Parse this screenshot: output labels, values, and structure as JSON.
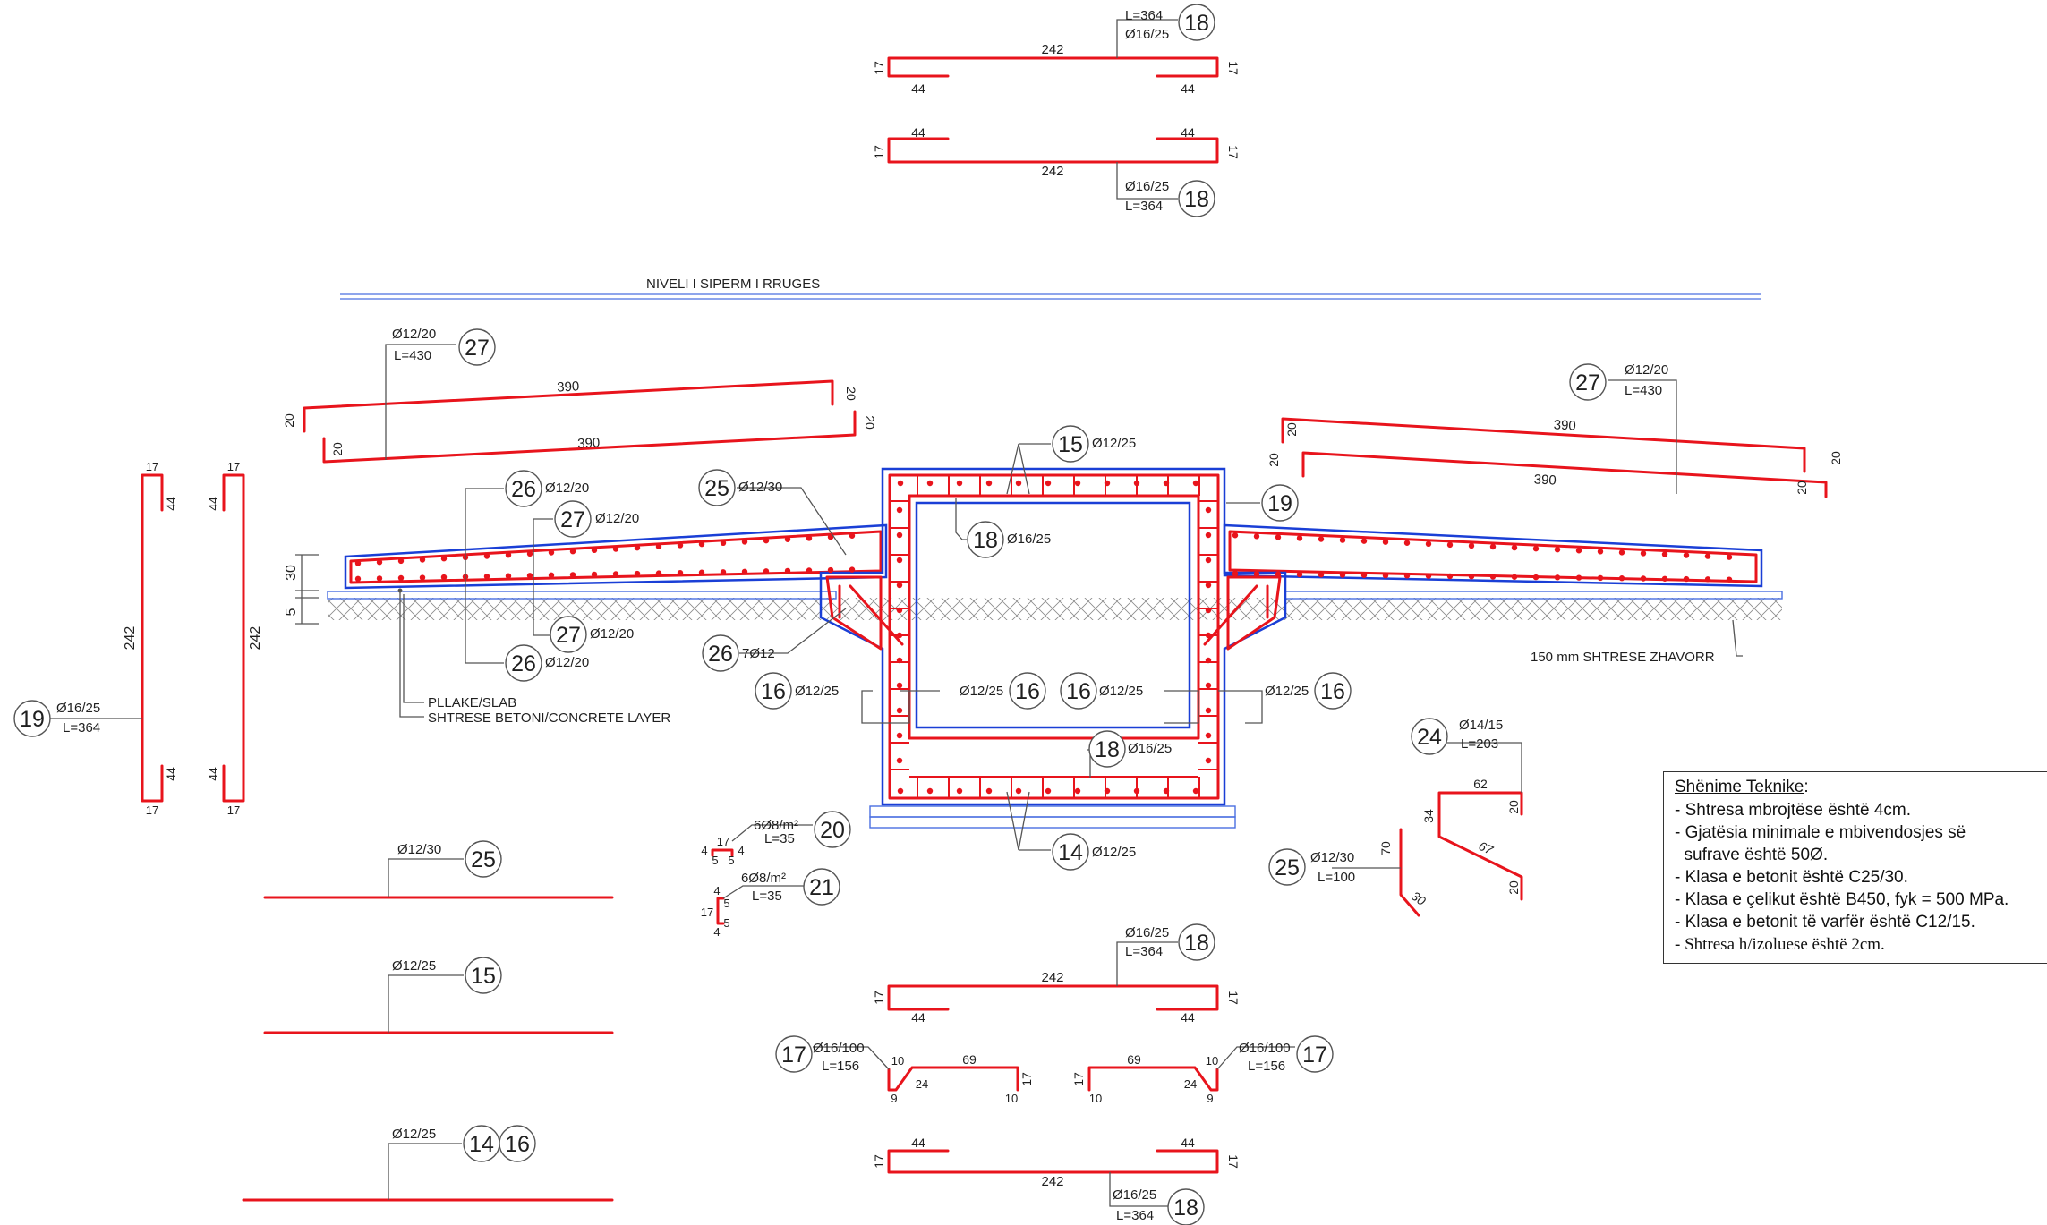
{
  "road_level_label": "NIVELI I SIPERM I RRUGES",
  "colors": {
    "rebar": "#e8141c",
    "concrete_outline": "#1a3fd6",
    "leader": "#555555"
  },
  "marks": {
    "m18_top_a": {
      "num": "18",
      "len": "L=364",
      "dia": "Ø16/25"
    },
    "m18_top_b": {
      "num": "18",
      "dia": "Ø16/25",
      "len": "L=364"
    },
    "m27_left": {
      "num": "27",
      "dia": "Ø12/20",
      "len": "L=430"
    },
    "m27_right": {
      "num": "27",
      "dia": "Ø12/20",
      "len": "L=430"
    },
    "m19": {
      "num": "19",
      "dia": "Ø16/25",
      "len": "L=364"
    },
    "m19_section": {
      "num": "19"
    },
    "m26_top": {
      "num": "26",
      "dia": "Ø12/20"
    },
    "m27_sec_top": {
      "num": "27",
      "dia": "Ø12/20"
    },
    "m27_sec_bot": {
      "num": "27",
      "dia": "Ø12/20"
    },
    "m26_bot": {
      "num": "26",
      "dia": "Ø12/20"
    },
    "m25_sec": {
      "num": "25",
      "dia": "Ø12/30"
    },
    "m15_sec": {
      "num": "15",
      "dia": "Ø12/25"
    },
    "m18_sec_top": {
      "num": "18",
      "dia": "Ø16/25"
    },
    "m26_haunch": {
      "num": "26",
      "dia": "7Ø12"
    },
    "m16_a": {
      "num": "16",
      "dia": "Ø12/25"
    },
    "m16_b": {
      "num": "16",
      "dia": "Ø12/25"
    },
    "m16_c": {
      "num": "16",
      "dia": "Ø12/25"
    },
    "m16_d": {
      "num": "16",
      "dia": "Ø12/25"
    },
    "m18_sec_bot": {
      "num": "18",
      "dia": "Ø16/25"
    },
    "m14_sec": {
      "num": "14",
      "dia": "Ø12/25"
    },
    "m20": {
      "num": "20",
      "dia": "6Ø8/m²",
      "len": "L=35"
    },
    "m21": {
      "num": "21",
      "dia": "6Ø8/m²",
      "len": "L=35"
    },
    "m24": {
      "num": "24",
      "dia": "Ø14/15",
      "len": "L=203"
    },
    "m25_bar": {
      "num": "25",
      "dia": "Ø12/30",
      "len": "L=100"
    },
    "m25_long": {
      "num": "25",
      "dia": "Ø12/30"
    },
    "m15_long": {
      "num": "15",
      "dia": "Ø12/25"
    },
    "m14_16_long": {
      "num_a": "14",
      "num_b": "16",
      "dia": "Ø12/25"
    },
    "m18_bot_a": {
      "num": "18",
      "dia": "Ø16/25",
      "len": "L=364"
    },
    "m17_left": {
      "num": "17",
      "dia": "Ø16/100",
      "len": "L=156"
    },
    "m17_right": {
      "num": "17",
      "dia": "Ø16/100",
      "len": "L=156"
    },
    "m18_bot_b": {
      "num": "18",
      "dia": "Ø16/25",
      "len": "L=364"
    }
  },
  "dims": {
    "d242": "242",
    "d44": "44",
    "d17": "17",
    "d390": "390",
    "d20": "20",
    "d30": "30",
    "d5": "5",
    "d62": "62",
    "d34": "34",
    "d67": "67",
    "d70": "70",
    "d69": "69",
    "d10": "10",
    "d9": "9",
    "d24": "24",
    "d4": "4"
  },
  "labels": {
    "slab": "PLLAKE/SLAB",
    "concrete_layer": "SHTRESE BETONI/CONCRETE LAYER",
    "gravel": "150 mm SHTRESE ZHAVORR"
  },
  "notes": {
    "title": "Shënime Teknike",
    "title_suffix": " :",
    "lines": [
      "- Shtresa mbrojtëse është 4cm.",
      "- Gjatësia minimale e mbivendosjes së",
      "  sufrave është 50Ø.",
      "- Klasa e betonit është C25/30.",
      "- Klasa e çelikut është B450, fyk = 500 MPa.",
      "- Klasa e betonit të varfër është C12/15."
    ],
    "last_line": "- Shtresa h/izoluese është 2cm."
  }
}
